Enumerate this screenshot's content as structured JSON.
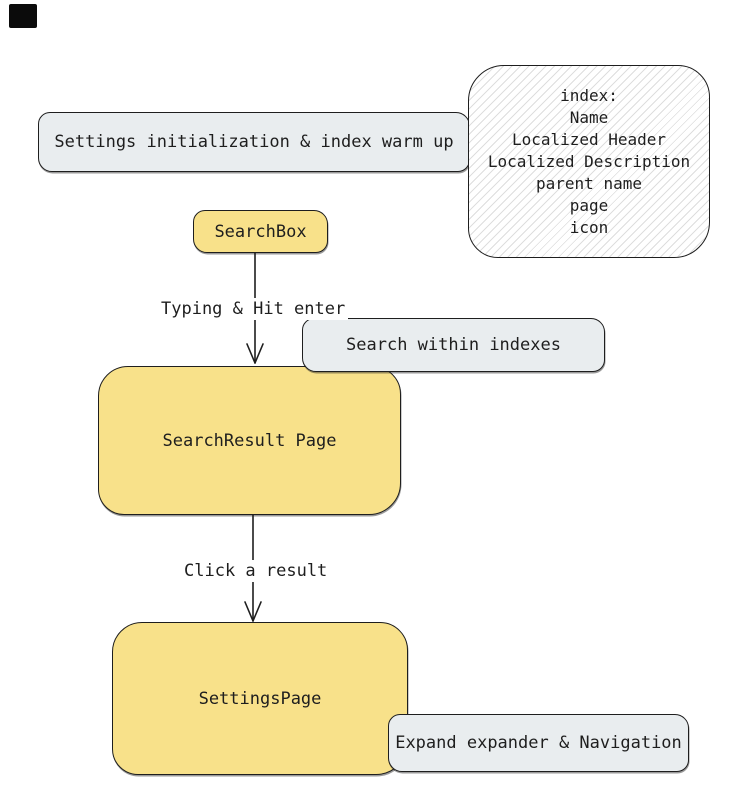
{
  "diagram": {
    "title_hint": "Settings search flow diagram",
    "colors": {
      "node_yellow": "#f8e18a",
      "node_gray": "#e9edef",
      "stroke": "#1e1e1e",
      "hatch_line": "#d4d4d4",
      "background": "#ffffff",
      "marker_black": "#0b0b0b"
    },
    "nodes": {
      "settings_init": {
        "label": "Settings initialization & index warm up"
      },
      "index_note": {
        "title": "index:",
        "lines": [
          "Name",
          "Localized Header",
          "Localized Description",
          "parent name",
          "page",
          "icon"
        ]
      },
      "search_box": {
        "label": "SearchBox"
      },
      "search_within": {
        "label": "Search within indexes"
      },
      "search_result": {
        "label": "SearchResult Page"
      },
      "settings_page": {
        "label": "SettingsPage"
      },
      "expand_nav": {
        "label": "Expand expander & Navigation"
      }
    },
    "edges": {
      "typing": {
        "label": "Typing & Hit enter"
      },
      "click": {
        "label": "Click a result"
      }
    }
  }
}
